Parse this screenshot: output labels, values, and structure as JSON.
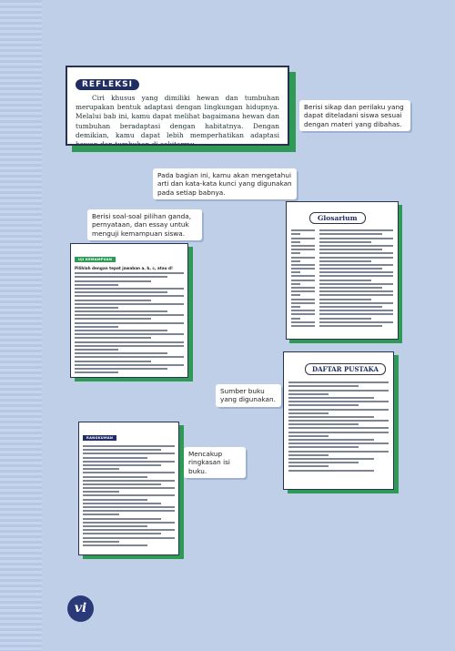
{
  "refleksi": {
    "badge": "REFLEKSI",
    "text": "Ciri khusus yang dimiliki hewan dan tumbuhan merupakan bentuk adaptasi dengan lingkungan hidupnya. Melalui bab ini, kamu dapat melihat bagaimana hewan dan tumbuhan beradaptasi dengan habitatnya. Dengan demikian, kamu dapat lebih memperhatikan adaptasi hewan dan tumbuhan di sekitarmu."
  },
  "callouts": {
    "refleksi": "Berisi sikap dan perilaku yang dapat diteladani siswa sesuai dengan materi yang dibahas.",
    "glosarium": "Pada bagian ini, kamu akan mengetahui arti dan kata-kata kunci yang digunakan pada setiap babnya.",
    "soal": "Berisi soal-soal pilihan ganda, pernyataan, dan essay untuk menguji kemampuan siswa.",
    "pustaka": "Sumber buku yang digunakan.",
    "ringkasan": "Mencakup ringkasan isi buku."
  },
  "glosarium": {
    "title": "Glosarium"
  },
  "soal": {
    "badge": "UJI KEMAMPUAN",
    "instruction": "Pilihlah dengan tepat jawaban a, b, c, atau d!"
  },
  "pustaka": {
    "title": "DAFTAR PUSTAKA"
  },
  "ringkasan": {
    "badge": "RANGKUMAN"
  },
  "page_number": "vi",
  "colors": {
    "background": "#bfcfe8",
    "green_shadow": "#2e9a56",
    "navy": "#1f2d63"
  }
}
